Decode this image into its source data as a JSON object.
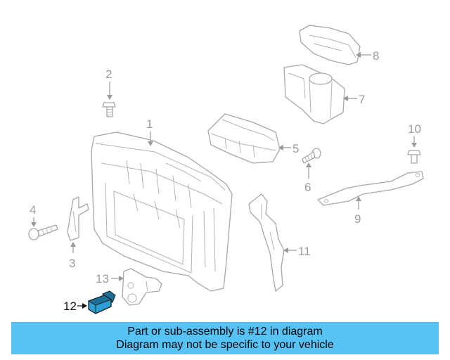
{
  "callouts": {
    "c1": "1",
    "c2": "2",
    "c3": "3",
    "c4": "4",
    "c5": "5",
    "c6": "6",
    "c7": "7",
    "c8": "8",
    "c9": "9",
    "c10": "10",
    "c11": "11",
    "c12": "12",
    "c13": "13"
  },
  "highlight_part": "12",
  "banner": {
    "line1": "Part or sub-assembly is #12 in diagram",
    "line2": "Diagram may not be specific to your vehicle"
  },
  "colors": {
    "banner_bg": "#56c3f4",
    "highlight_fill": "#2e9fd6",
    "line_gray": "#a7a7a7"
  }
}
